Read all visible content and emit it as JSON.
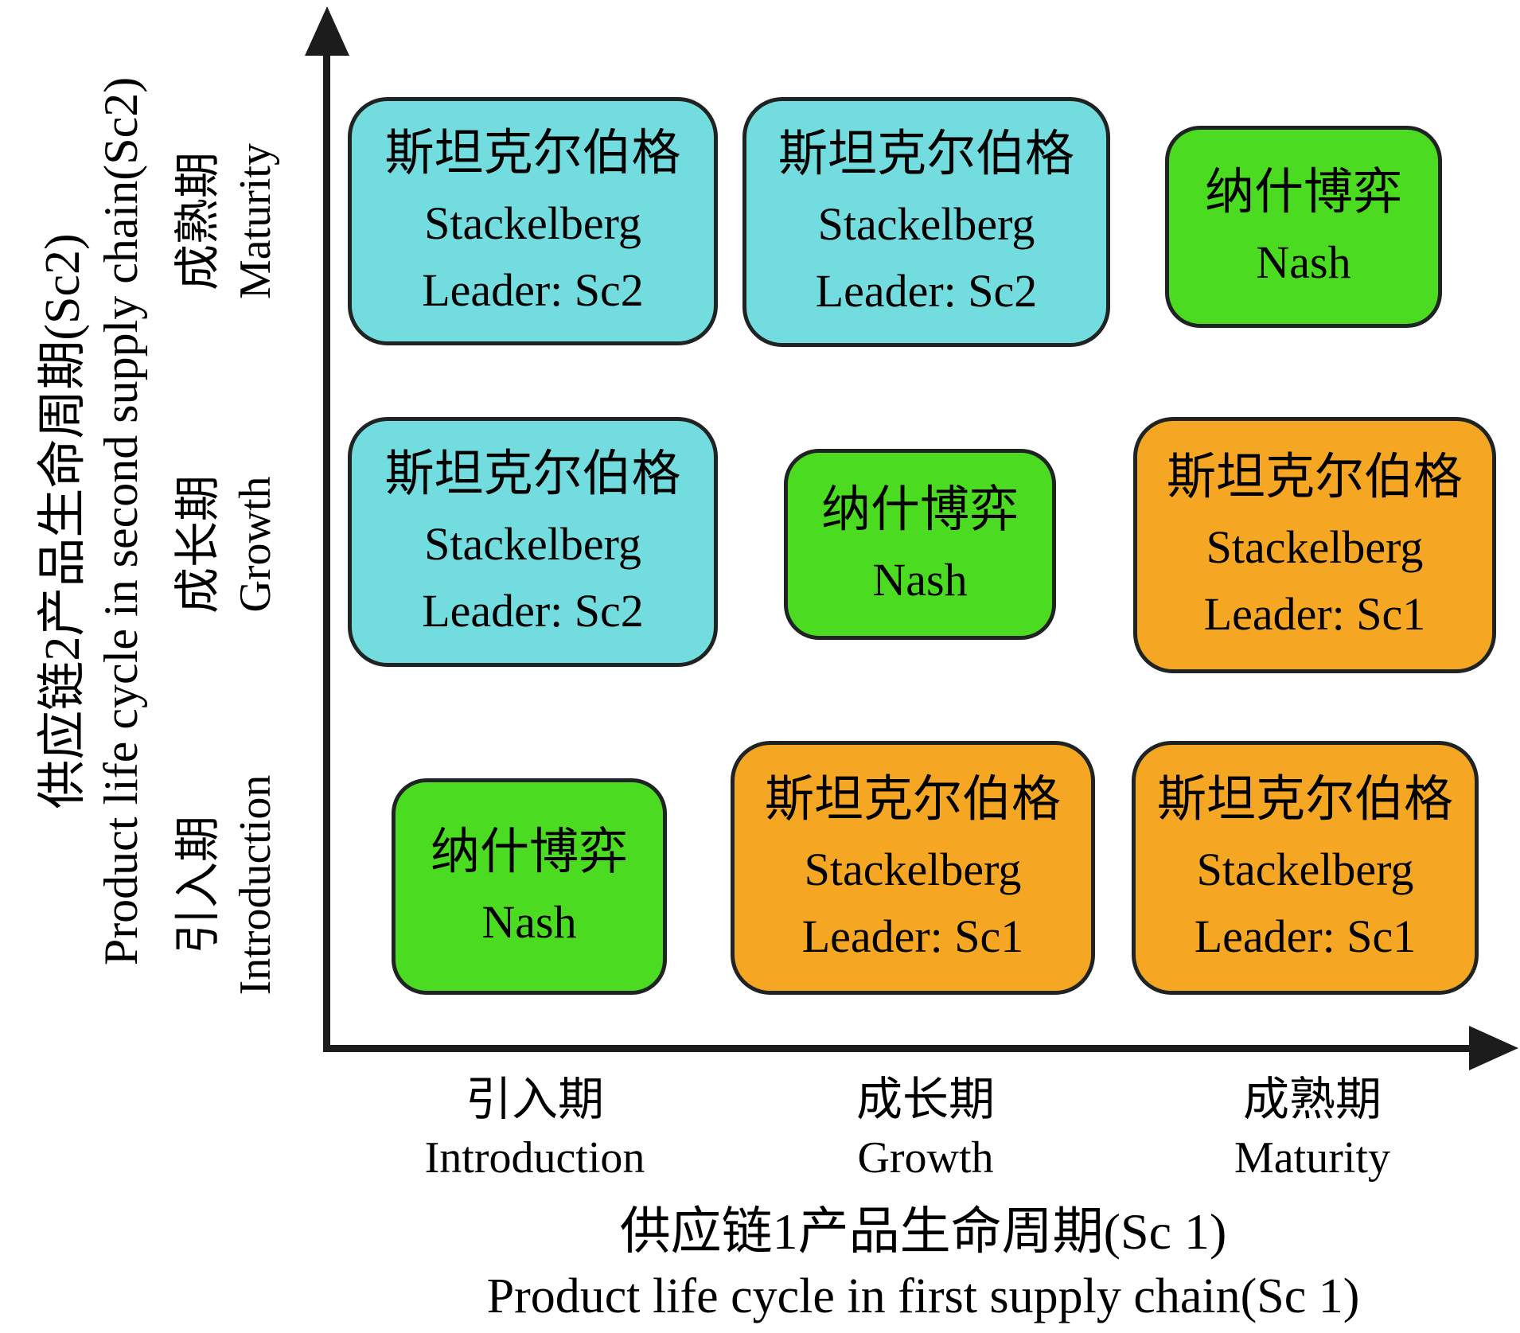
{
  "colors": {
    "stackelberg_sc2_fill": "#72dcde",
    "nash_fill": "#4bdb20",
    "stackelberg_sc1_fill": "#f5a623",
    "outline": "#1f2422",
    "axis": "#1c1c1c"
  },
  "y_axis": {
    "title_zh": "供应链2产品生命周期(Sc2)",
    "title_en": "Product life cycle in second supply chain(Sc2)",
    "ticks": [
      {
        "zh": "成熟期",
        "en": "Maturity"
      },
      {
        "zh": "成长期",
        "en": "Growth"
      },
      {
        "zh": "引入期",
        "en": "Introduction"
      }
    ]
  },
  "x_axis": {
    "title_zh": "供应链1产品生命周期(Sc 1)",
    "title_en": "Product life cycle in first supply chain(Sc 1)",
    "ticks": [
      {
        "zh": "引入期",
        "en": "Introduction"
      },
      {
        "zh": "成长期",
        "en": "Growth"
      },
      {
        "zh": "成熟期",
        "en": "Maturity"
      }
    ]
  },
  "cells": [
    {
      "row": "Maturity",
      "col": "Introduction",
      "game": "stackelberg_sc2",
      "lines": [
        "斯坦克尔伯格",
        "Stackelberg",
        "Leader: Sc2"
      ]
    },
    {
      "row": "Maturity",
      "col": "Growth",
      "game": "stackelberg_sc2",
      "lines": [
        "斯坦克尔伯格",
        "Stackelberg",
        "Leader: Sc2"
      ]
    },
    {
      "row": "Maturity",
      "col": "Maturity",
      "game": "nash",
      "lines": [
        "纳什博弈",
        "Nash"
      ]
    },
    {
      "row": "Growth",
      "col": "Introduction",
      "game": "stackelberg_sc2",
      "lines": [
        "斯坦克尔伯格",
        "Stackelberg",
        "Leader: Sc2"
      ]
    },
    {
      "row": "Growth",
      "col": "Growth",
      "game": "nash",
      "lines": [
        "纳什博弈",
        "Nash"
      ]
    },
    {
      "row": "Growth",
      "col": "Maturity",
      "game": "stackelberg_sc1",
      "lines": [
        "斯坦克尔伯格",
        "Stackelberg",
        "Leader: Sc1"
      ]
    },
    {
      "row": "Introduction",
      "col": "Introduction",
      "game": "nash",
      "lines": [
        "纳什博弈",
        "Nash"
      ]
    },
    {
      "row": "Introduction",
      "col": "Growth",
      "game": "stackelberg_sc1",
      "lines": [
        "斯坦克尔伯格",
        "Stackelberg",
        "Leader: Sc1"
      ]
    },
    {
      "row": "Introduction",
      "col": "Maturity",
      "game": "stackelberg_sc1",
      "lines": [
        "斯坦克尔伯格",
        "Stackelberg",
        "Leader: Sc1"
      ]
    }
  ]
}
